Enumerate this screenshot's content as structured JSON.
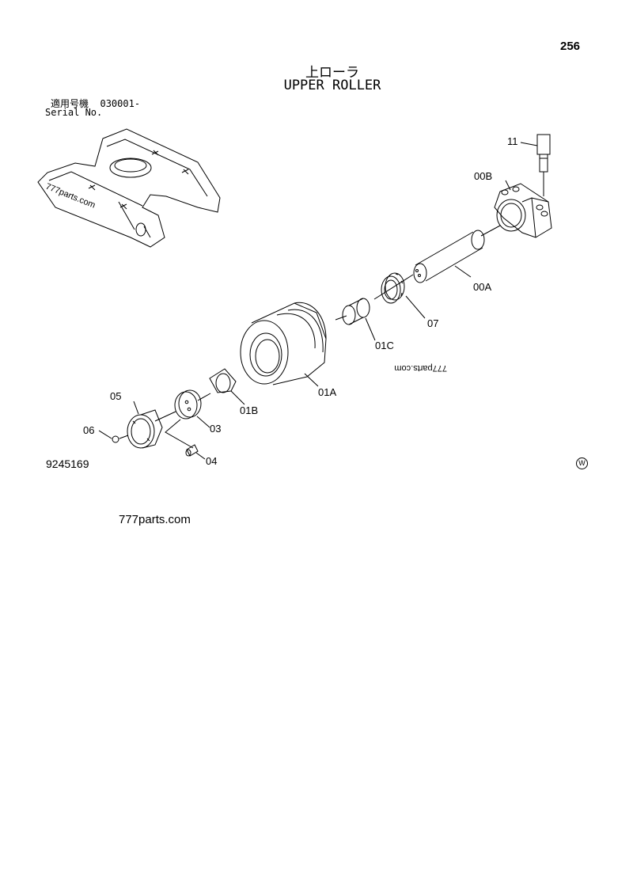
{
  "page_number": "256",
  "title_jp": "上ローラ",
  "title_en": "UPPER ROLLER",
  "serial": {
    "label_jp": "適用号機",
    "value": "030001-",
    "label_en": "Serial No."
  },
  "figure_number": "9245169",
  "watermark_mark": "W",
  "watermark_text": "777parts.com",
  "site_text": "777parts.com",
  "parts": [
    {
      "id": "11"
    },
    {
      "id": "00B"
    },
    {
      "id": "00A"
    },
    {
      "id": "07"
    },
    {
      "id": "01C"
    },
    {
      "id": "01A"
    },
    {
      "id": "01B"
    },
    {
      "id": "05"
    },
    {
      "id": "03"
    },
    {
      "id": "06"
    },
    {
      "id": "04"
    }
  ]
}
